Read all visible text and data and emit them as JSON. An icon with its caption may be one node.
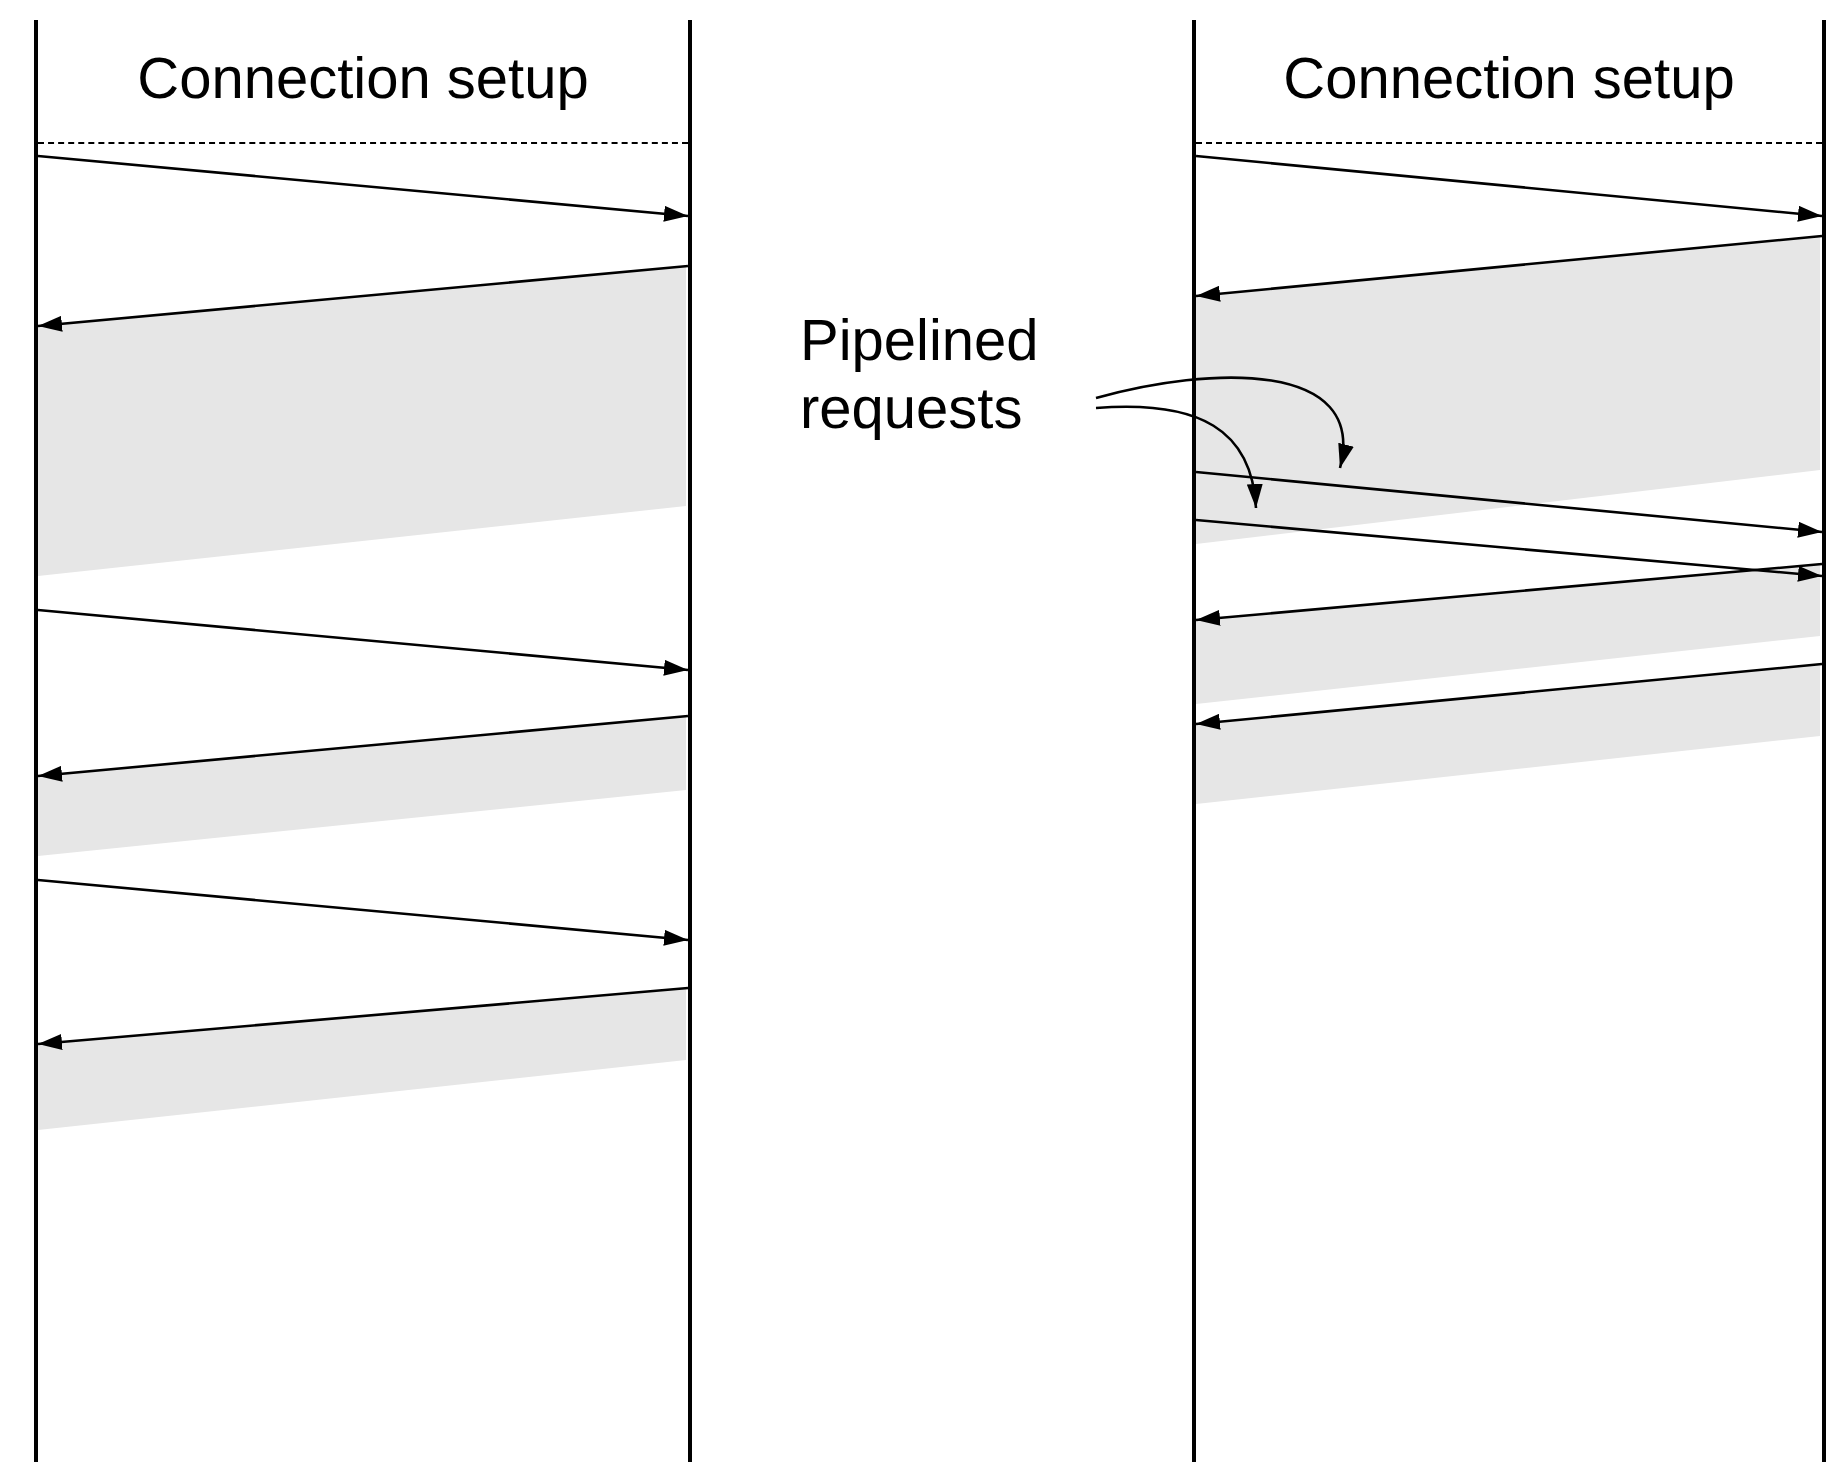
{
  "diagram": {
    "nodes": [
      {
        "text": [
          "Connection setup"
        ]
      },
      {
        "text": [],
        "shape": "bar"
      },
      {
        "text": [],
        "shape": "bar"
      },
      {
        "text": [
          "Pipelined requests"
        ]
      },
      {
        "text": [
          "Connection setup"
        ]
      },
      {
        "text": [],
        "shape": "bar"
      },
      {
        "text": [],
        "shape": "bar"
      }
    ],
    "edges": [
      {
        "from": 1,
        "to": 2,
        "arrow": "to"
      },
      {
        "from": 2,
        "to": 1,
        "arrow": "to"
      },
      {
        "from": 1,
        "to": 2,
        "arrow": "to"
      },
      {
        "from": 2,
        "to": 1,
        "arrow": "to"
      },
      {
        "from": 1,
        "to": 2,
        "arrow": "to"
      },
      {
        "from": 2,
        "to": 1,
        "arrow": "to"
      },
      {
        "from": 5,
        "to": 6,
        "arrow": "to"
      },
      {
        "from": 6,
        "to": 5,
        "arrow": "to"
      },
      {
        "from": 5,
        "to": 6,
        "arrow": "to"
      },
      {
        "from": 5,
        "to": 6,
        "arrow": "to"
      },
      {
        "from": 6,
        "to": 5,
        "arrow": "to"
      },
      {
        "from": 6,
        "to": 5,
        "arrow": "to"
      },
      {
        "from": 3,
        "to": null,
        "arrow": "to"
      },
      {
        "from": 3,
        "to": null,
        "arrow": "to"
      }
    ]
  }
}
